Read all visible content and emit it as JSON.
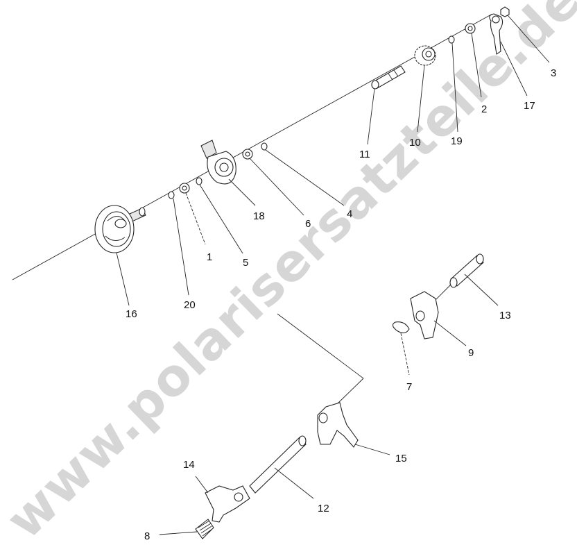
{
  "watermark": "www.polarisersatzteile.de",
  "callouts": [
    {
      "id": "16",
      "label": "16"
    },
    {
      "id": "20",
      "label": "20"
    },
    {
      "id": "1",
      "label": "1"
    },
    {
      "id": "5",
      "label": "5"
    },
    {
      "id": "18",
      "label": "18"
    },
    {
      "id": "6",
      "label": "6"
    },
    {
      "id": "4",
      "label": "4"
    },
    {
      "id": "11",
      "label": "11"
    },
    {
      "id": "10",
      "label": "10"
    },
    {
      "id": "19",
      "label": "19"
    },
    {
      "id": "2",
      "label": "2"
    },
    {
      "id": "17",
      "label": "17"
    },
    {
      "id": "3",
      "label": "3"
    },
    {
      "id": "13",
      "label": "13"
    },
    {
      "id": "9",
      "label": "9"
    },
    {
      "id": "7",
      "label": "7"
    },
    {
      "id": "15",
      "label": "15"
    },
    {
      "id": "12",
      "label": "12"
    },
    {
      "id": "14",
      "label": "14"
    },
    {
      "id": "8",
      "label": "8"
    }
  ]
}
